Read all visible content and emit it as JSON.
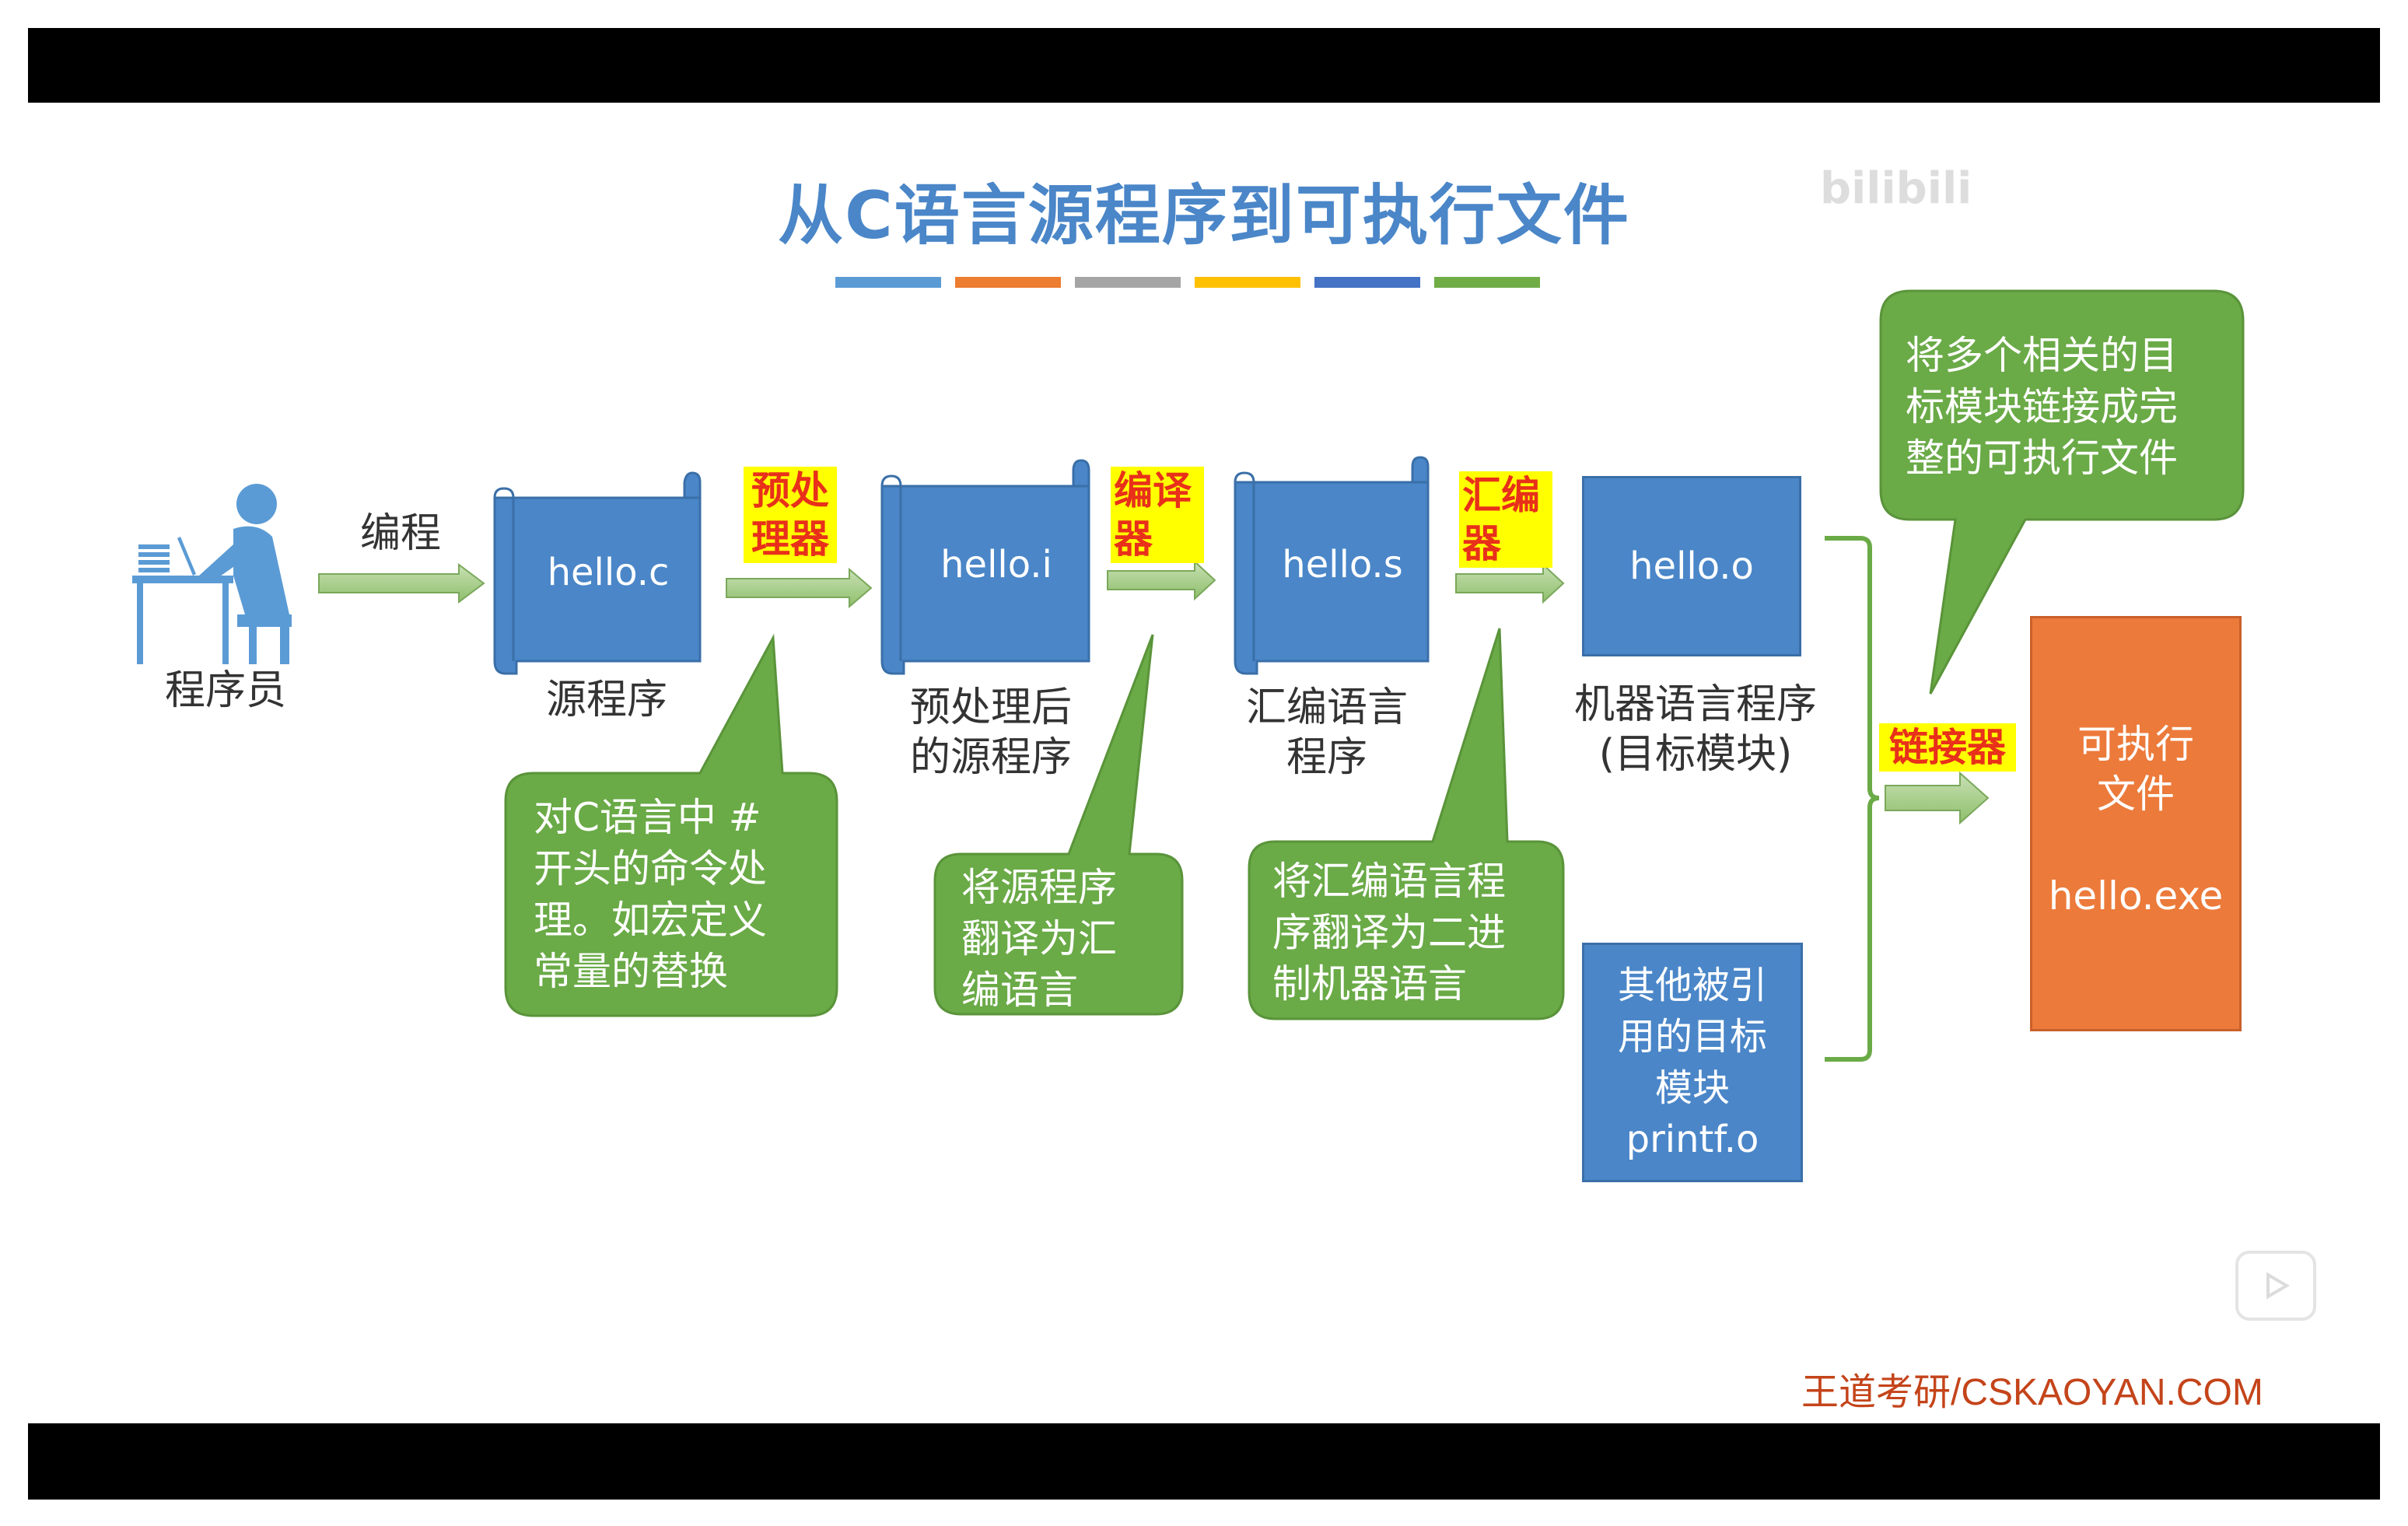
{
  "title": "从C语言源程序到可执行文件",
  "stripe_colors": [
    "#5b9bd5",
    "#ed7d31",
    "#a5a5a5",
    "#ffc000",
    "#4472c4",
    "#70ad47"
  ],
  "programmer": {
    "action": "编程",
    "label": "程序员"
  },
  "files": {
    "source": {
      "name": "hello.c",
      "caption": [
        "源程序"
      ]
    },
    "preprocessed": {
      "name": "hello.i",
      "caption": [
        "预处理后",
        "的源程序"
      ]
    },
    "assembly": {
      "name": "hello.s",
      "caption": [
        "汇编语言",
        "程序"
      ]
    },
    "object": {
      "name": "hello.o",
      "caption": [
        "机器语言程序",
        "(目标模块)"
      ]
    },
    "library": {
      "lines": [
        "其他被引",
        "用的目标",
        "模块",
        "printf.o"
      ]
    },
    "executable": {
      "lines": [
        "可执行",
        "文件"
      ],
      "name": "hello.exe"
    }
  },
  "tools": {
    "preprocessor": [
      "预处",
      "理器"
    ],
    "compiler": [
      "编译",
      "器"
    ],
    "assembler": [
      "汇编",
      "器"
    ],
    "linker": "链接器"
  },
  "callouts": {
    "preprocessor": [
      "对C语言中 #",
      "开头的命令处",
      "理。如宏定义",
      "常量的替换"
    ],
    "compiler": [
      "将源程序",
      "翻译为汇",
      "编语言"
    ],
    "assembler": [
      "将汇编语言程",
      "序翻译为二进",
      "制机器语言"
    ],
    "linker": [
      "将多个相关的目",
      "标模块链接成完",
      "整的可执行文件"
    ]
  },
  "footer": "王道考研/CSKAOYAN.COM",
  "colors": {
    "blue": "#4a86c8",
    "green": "#6aaa47",
    "orange": "#ec7a3a",
    "title": "#4a86c8"
  }
}
